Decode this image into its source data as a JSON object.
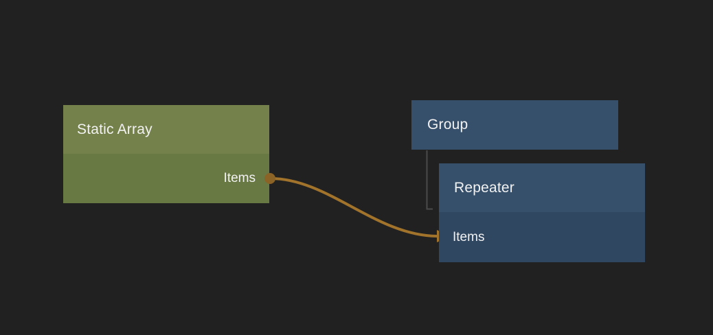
{
  "editor": {
    "type": "node-graph-canvas"
  },
  "colors": {
    "bg": "#212121",
    "node_green_header": "#74814b",
    "node_green_body": "#697944",
    "node_blue_header": "#36506b",
    "node_blue_body": "#304762",
    "wire": "#a1732b",
    "port_dot": "#8c6326",
    "hierarchy_line": "#4a4a4a",
    "text": "#f2f2f2"
  },
  "nodes": {
    "static_array": {
      "title": "Static Array",
      "outputs": [
        {
          "label": "Items"
        }
      ]
    },
    "group": {
      "title": "Group"
    },
    "repeater": {
      "title": "Repeater",
      "inputs": [
        {
          "label": "Items"
        }
      ]
    }
  },
  "connections": [
    {
      "from_node": "Static Array",
      "from_port": "Items",
      "to_node": "Repeater",
      "to_port": "Items",
      "color": "#a1732b",
      "style": "curved-arrow"
    }
  ],
  "hierarchy": [
    {
      "parent": "Group",
      "child": "Repeater",
      "indicator": "elbow-line"
    }
  ]
}
